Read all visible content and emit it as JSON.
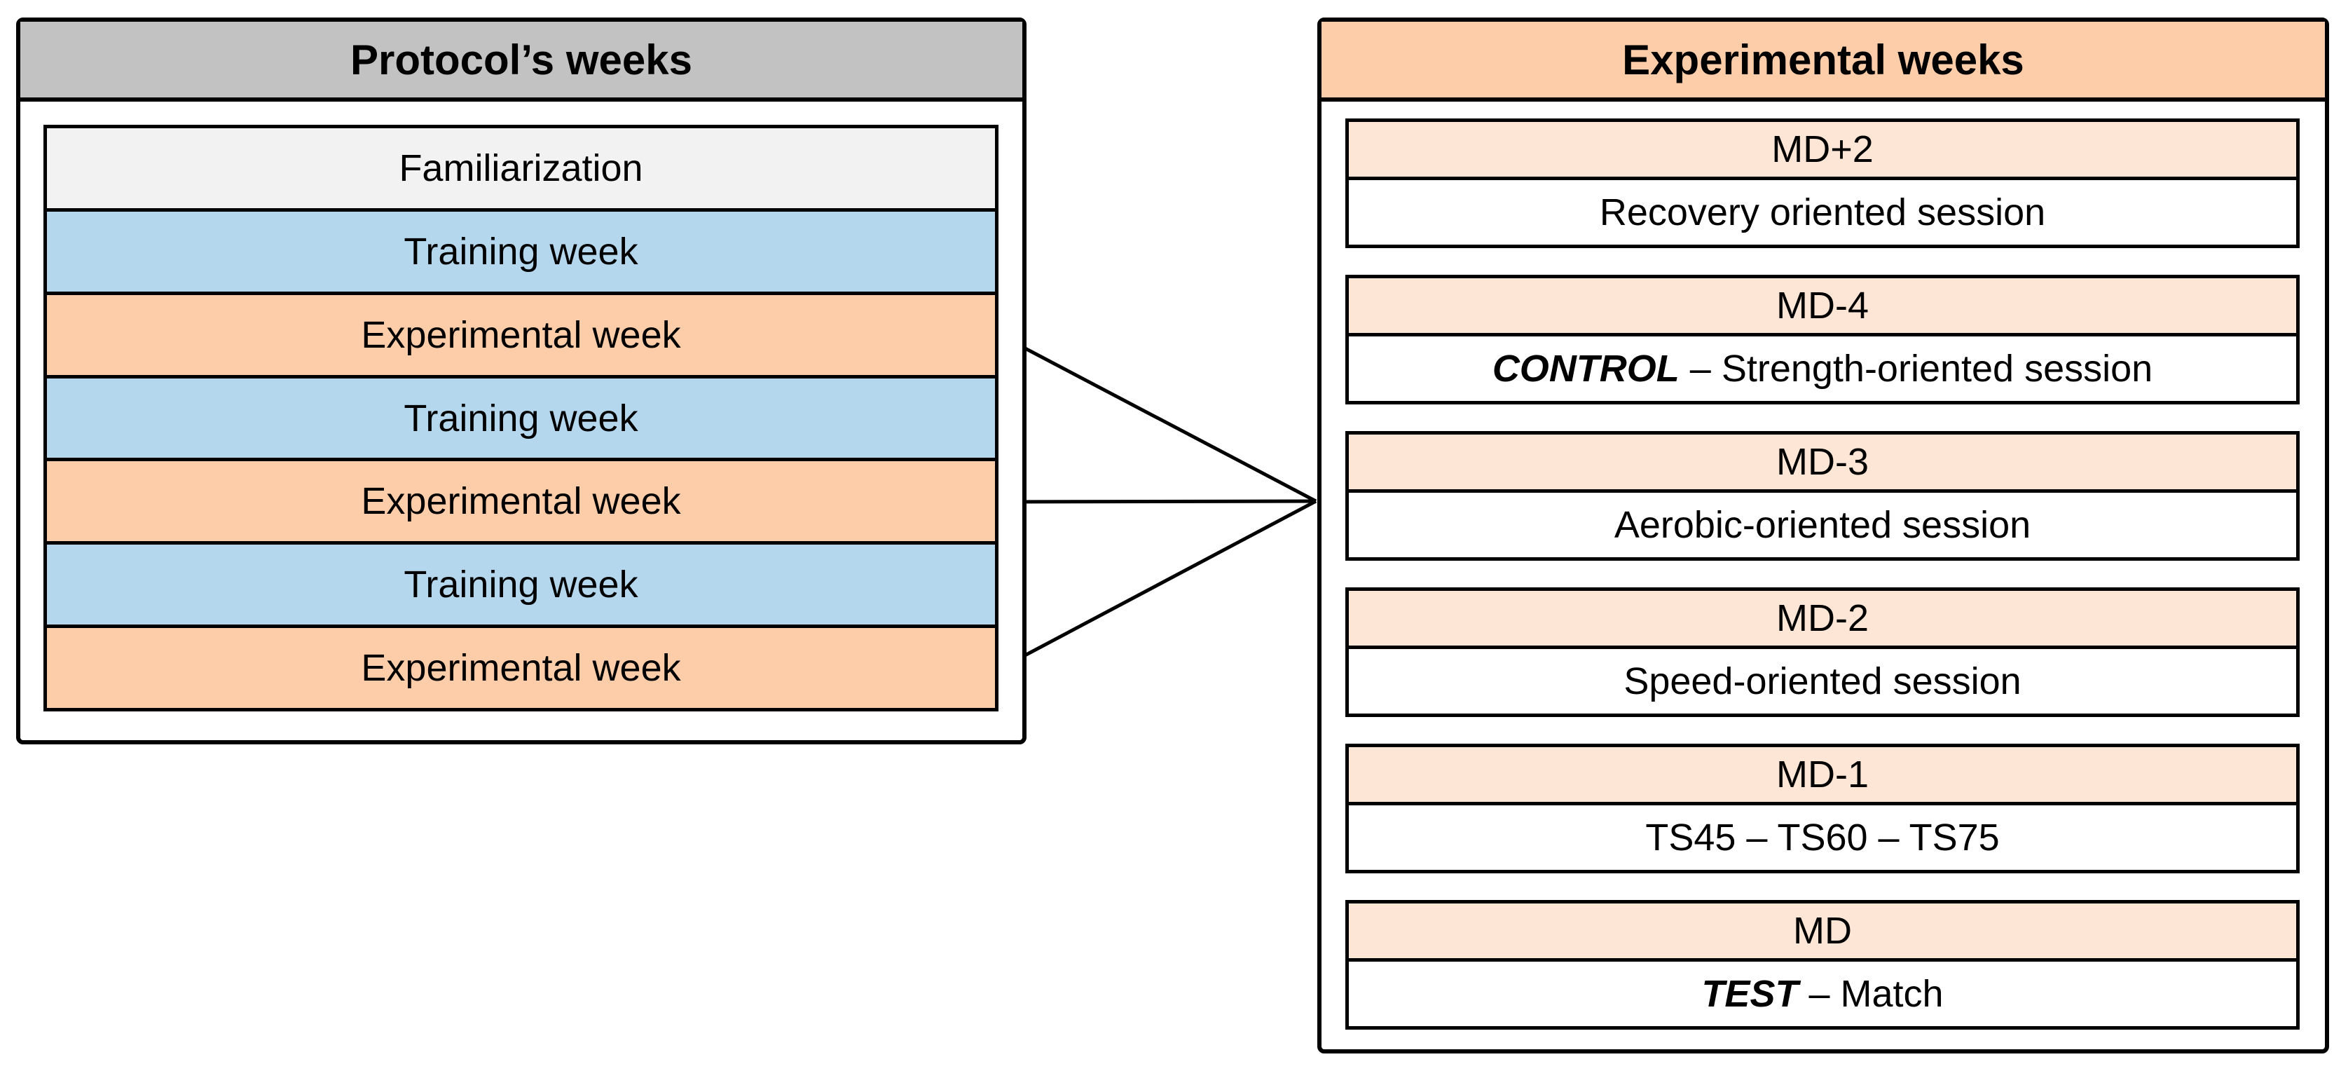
{
  "palette": {
    "border": "#000000",
    "text": "#000000",
    "left_header_bg": "#C2C2C2",
    "familiarization_bg": "#F2F2F2",
    "training_bg": "#B5D7EE",
    "experimental_bg": "#FDCDA9",
    "right_header_bg": "#FDCDA9",
    "md_header_bg": "#FDE6D5",
    "session_bg": "#FFFFFF"
  },
  "left_panel": {
    "title": "Protocol’s weeks",
    "rows": [
      {
        "label": "Familiarization"
      },
      {
        "label": "Training week"
      },
      {
        "label": "Experimental week"
      },
      {
        "label": "Training week"
      },
      {
        "label": "Experimental week"
      },
      {
        "label": "Training week"
      },
      {
        "label": "Experimental week"
      }
    ]
  },
  "right_panel": {
    "title": "Experimental weeks",
    "blocks": [
      {
        "day": "MD+2",
        "em": "",
        "session": "Recovery oriented session"
      },
      {
        "day": "MD-4",
        "em": "CONTROL",
        "session": " – Strength-oriented session"
      },
      {
        "day": "MD-3",
        "em": "",
        "session": "Aerobic-oriented session"
      },
      {
        "day": "MD-2",
        "em": "",
        "session": "Speed-oriented session"
      },
      {
        "day": "MD-1",
        "em": "",
        "session": "TS45 – TS60 – TS75"
      },
      {
        "day": "MD",
        "em": "TEST",
        "session": " – Match"
      }
    ]
  }
}
